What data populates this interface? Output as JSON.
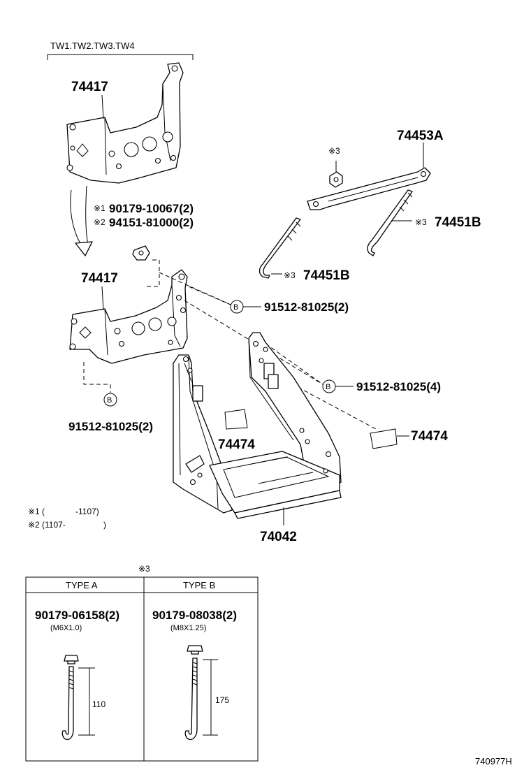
{
  "header": {
    "models": "TW1.TW2.TW3.TW4"
  },
  "parts": {
    "bracket_top": "74417",
    "bracket_mid": "74417",
    "clamp": "74453A",
    "bolt_right": "74451B",
    "bolt_left": "74451B",
    "pad_center": "74474",
    "pad_right": "74474",
    "carrier": "74042"
  },
  "marks": {
    "note3": "※3",
    "note1": "※1",
    "note2": "※2",
    "circle_b": "B"
  },
  "callouts": {
    "nut_ref1": "90179-10067(2)",
    "nut_ref2": "94151-81000(2)",
    "bolt_b1": "91512-81025(2)",
    "bolt_b2": "91512-81025(4)",
    "bolt_b3": "91512-81025(2)"
  },
  "notes": {
    "n1_left": "(",
    "n1_right": "-1107)",
    "n2_left": "(1107-",
    "n2_right": ")"
  },
  "table": {
    "header_note": "※3",
    "type_a": {
      "label": "TYPE A",
      "part": "90179-06158(2)",
      "spec": "(M6X1.0)",
      "length": "110"
    },
    "type_b": {
      "label": "TYPE B",
      "part": "90179-08038(2)",
      "spec": "(M8X1.25)",
      "length": "175"
    }
  },
  "footer": {
    "code": "740977H"
  }
}
